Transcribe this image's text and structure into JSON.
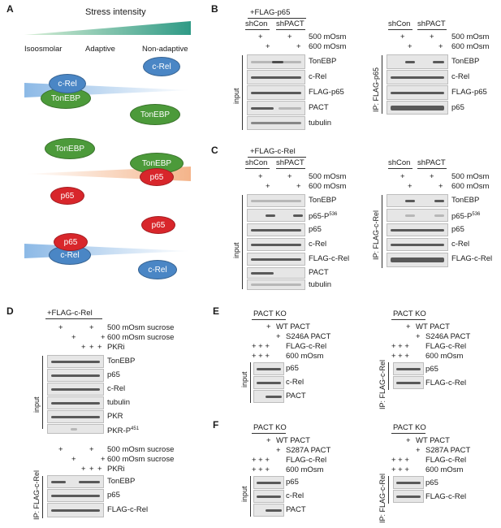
{
  "panel_a": {
    "letter": "A",
    "title": "Stress intensity",
    "col_labels": [
      "Isoosmolar",
      "Adaptive",
      "Non-adaptive"
    ],
    "bubbles": {
      "crel": "c-Rel",
      "tonebp": "TonEBP",
      "p65": "p65"
    }
  },
  "panel_b": {
    "letter": "B",
    "header": "+FLAG-p65",
    "groups": [
      "shCon",
      "shPACT"
    ],
    "cond1": "500 mOsm",
    "cond2": "600 mOsm",
    "input_rows": [
      "TonEBP",
      "c-Rel",
      "FLAG-p65",
      "PACT",
      "tubulin"
    ],
    "ip_rows": [
      "TonEBP",
      "c-Rel",
      "FLAG-p65",
      "p65"
    ],
    "input_label": "input",
    "ip_label": "IP: FLAG-p65"
  },
  "panel_c": {
    "letter": "C",
    "header": "+FLAG-c-Rel",
    "groups": [
      "shCon",
      "shPACT"
    ],
    "cond1": "500 mOsm",
    "cond2": "600 mOsm",
    "input_rows": [
      "TonEBP",
      "p65-P",
      "p65",
      "c-Rel",
      "FLAG-c-Rel",
      "PACT",
      "tubulin"
    ],
    "ip_rows": [
      "TonEBP",
      "p65-P",
      "p65",
      "c-Rel",
      "FLAG-c-Rel"
    ],
    "phospho_site": "536",
    "input_label": "input",
    "ip_label": "IP: FLAG-c-Rel"
  },
  "panel_d": {
    "letter": "D",
    "header": "+FLAG-c-Rel",
    "cond1": "500  mOsm sucrose",
    "cond2": "600 mOsm sucrose",
    "cond3": "PKRi",
    "input_rows": [
      "TonEBP",
      "p65",
      "c-Rel",
      "tubulin",
      "PKR",
      "PKR-P"
    ],
    "pkr_site": "451",
    "ip_cond1": "500 mOsm sucrose",
    "ip_cond2": "600 mOsm sucrose",
    "ip_cond3": "PKRi",
    "ip_rows": [
      "TonEBP",
      "p65",
      "FLAG-c-Rel"
    ],
    "input_label": "input",
    "ip_label": "IP: FLAG-c-Rel"
  },
  "panel_e": {
    "letter": "E",
    "ko": "PACT KO",
    "wt": "WT PACT",
    "mut": "S246A PACT",
    "flag": "FLAG-c-Rel",
    "osm": "600 mOsm",
    "input_rows": [
      "p65",
      "c-Rel",
      "PACT"
    ],
    "ip_rows": [
      "p65",
      "FLAG-c-Rel"
    ],
    "input_label": "input",
    "ip_label": "IP: FLAG-c-Rel"
  },
  "panel_f": {
    "letter": "F",
    "ko": "PACT KO",
    "wt": "WT PACT",
    "mut": "S287A PACT",
    "flag": "FLAG-c-Rel",
    "osm": "600 mOsm",
    "input_rows": [
      "p65",
      "c-Rel",
      "PACT"
    ],
    "ip_rows": [
      "p65",
      "FLAG-c-Rel"
    ],
    "input_label": "input",
    "ip_label": "IP: FLAG-c-Rel"
  },
  "signs": {
    "plus": "+"
  },
  "colors": {
    "green": "#4c9a3a",
    "blue": "#4a86c5",
    "red": "#d8262b",
    "stress_gradient": "#3aa08a"
  }
}
